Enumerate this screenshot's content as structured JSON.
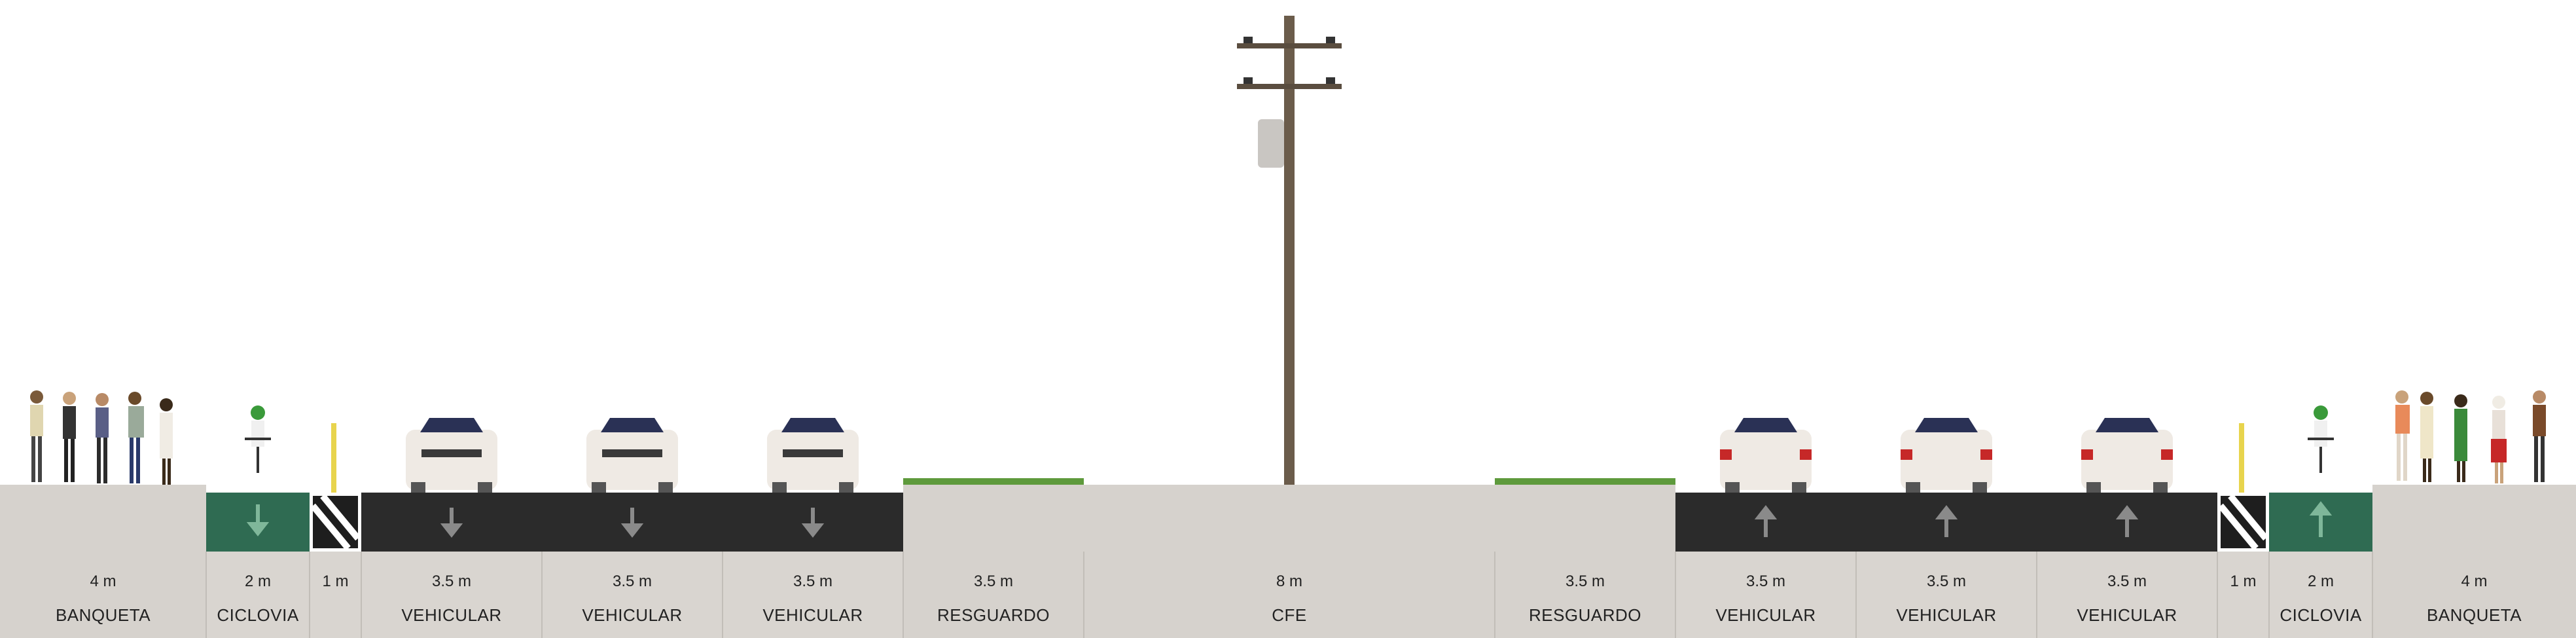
{
  "colors": {
    "sidewalk": "#d6d2cd",
    "bikelane": "#2f6b52",
    "asphalt": "#2b2b2b",
    "divider": "#d6d2cd",
    "lane_label_bg": "#d9d5d0",
    "arrow": "#8a8a8a",
    "bike_arrow": "#7fb79a",
    "grass": "#5e9a3c",
    "pole": "#6b5c4b"
  },
  "segments": [
    {
      "width": "4 m",
      "name": "BANQUETA",
      "type": "sidewalk"
    },
    {
      "width": "2 m",
      "name": "CICLOVIA",
      "type": "bike-lane",
      "direction": "down"
    },
    {
      "width": "1 m",
      "name": "",
      "type": "buffer"
    },
    {
      "width": "3.5 m",
      "name": "VEHICULAR",
      "type": "drive-lane",
      "direction": "down"
    },
    {
      "width": "3.5 m",
      "name": "VEHICULAR",
      "type": "drive-lane",
      "direction": "down"
    },
    {
      "width": "3.5 m",
      "name": "VEHICULAR",
      "type": "drive-lane",
      "direction": "down"
    },
    {
      "width": "3.5 m",
      "name": "RESGUARDO",
      "type": "divider"
    },
    {
      "width": "8 m",
      "name": "CFE",
      "type": "utility"
    },
    {
      "width": "3.5 m",
      "name": "RESGUARDO",
      "type": "divider"
    },
    {
      "width": "3.5 m",
      "name": "VEHICULAR",
      "type": "drive-lane",
      "direction": "up"
    },
    {
      "width": "3.5 m",
      "name": "VEHICULAR",
      "type": "drive-lane",
      "direction": "up"
    },
    {
      "width": "3.5 m",
      "name": "VEHICULAR",
      "type": "drive-lane",
      "direction": "up"
    },
    {
      "width": "1 m",
      "name": "",
      "type": "buffer"
    },
    {
      "width": "2 m",
      "name": "CICLOVIA",
      "type": "bike-lane",
      "direction": "up"
    },
    {
      "width": "4 m",
      "name": "BANQUETA",
      "type": "sidewalk"
    }
  ],
  "buffer_label": "1 m"
}
